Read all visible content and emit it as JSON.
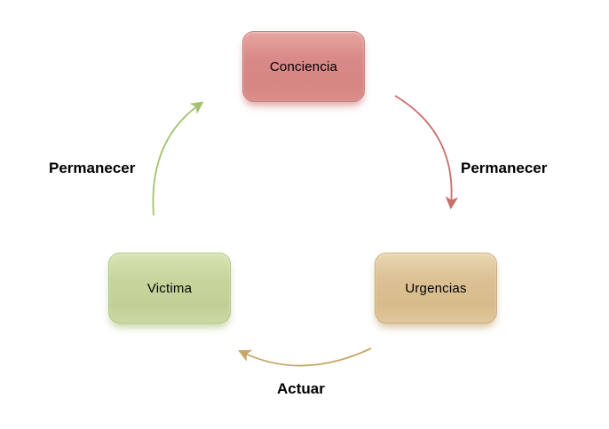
{
  "page": {
    "background": "#ffffff"
  },
  "diagram": {
    "type": "cycle",
    "nodes": [
      {
        "label": "Conciencia",
        "fill": "#d98a88",
        "border": "#c97e7c",
        "position": "top"
      },
      {
        "label": "Urgencias",
        "fill": "#dcc194",
        "border": "#cbae7e",
        "position": "bottom-right"
      },
      {
        "label": "Victima",
        "fill": "#c5d59c",
        "border": "#b3c587",
        "position": "bottom-left"
      }
    ],
    "edges": [
      {
        "from": "Conciencia",
        "to": "Urgencias",
        "label": "Permanecer",
        "color": "#c96d6b"
      },
      {
        "from": "Urgencias",
        "to": "Victima",
        "label": "Actuar",
        "color": "#c6a768"
      },
      {
        "from": "Victima",
        "to": "Conciencia",
        "label": "Permanecer",
        "color": "#a3c16e"
      }
    ]
  }
}
